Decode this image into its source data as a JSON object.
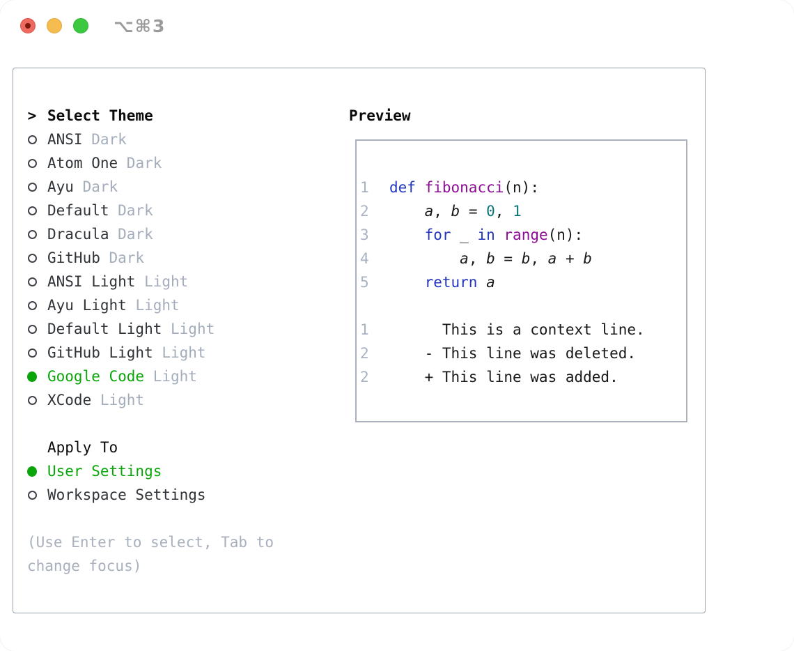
{
  "window": {
    "title": "⌥⌘3",
    "traffic_lights": [
      {
        "name": "close",
        "color": "#ee6a5f"
      },
      {
        "name": "minimize",
        "color": "#f5bd4f"
      },
      {
        "name": "zoom",
        "color": "#3dc93f"
      }
    ]
  },
  "theme_list": {
    "header_prefix": ">",
    "header": "Select Theme",
    "items": [
      {
        "label": "ANSI",
        "variant": "Dark",
        "selected": false
      },
      {
        "label": "Atom One",
        "variant": "Dark",
        "selected": false
      },
      {
        "label": "Ayu",
        "variant": "Dark",
        "selected": false
      },
      {
        "label": "Default",
        "variant": "Dark",
        "selected": false
      },
      {
        "label": "Dracula",
        "variant": "Dark",
        "selected": false
      },
      {
        "label": "GitHub",
        "variant": "Dark",
        "selected": false
      },
      {
        "label": "ANSI Light",
        "variant": "Light",
        "selected": false
      },
      {
        "label": "Ayu Light",
        "variant": "Light",
        "selected": false
      },
      {
        "label": "Default Light",
        "variant": "Light",
        "selected": false
      },
      {
        "label": "GitHub Light",
        "variant": "Light",
        "selected": false
      },
      {
        "label": "Google Code",
        "variant": "Light",
        "selected": true
      },
      {
        "label": "XCode",
        "variant": "Light",
        "selected": false
      }
    ]
  },
  "apply_to": {
    "header": "Apply To",
    "options": [
      {
        "label": "User Settings",
        "selected": true
      },
      {
        "label": "Workspace Settings",
        "selected": false
      }
    ]
  },
  "help_text": "(Use Enter to select, Tab to change focus)",
  "preview": {
    "header": "Preview",
    "code_lines": [
      {
        "num": "1",
        "tokens": [
          [
            "kw",
            "def"
          ],
          [
            "pl",
            " "
          ],
          [
            "fn",
            "fibonacci"
          ],
          [
            "pl",
            "(n):"
          ]
        ]
      },
      {
        "num": "2",
        "tokens": [
          [
            "pl",
            "    "
          ],
          [
            "var",
            "a"
          ],
          [
            "pl",
            ", "
          ],
          [
            "var",
            "b"
          ],
          [
            "pl",
            " = "
          ],
          [
            "num",
            "0"
          ],
          [
            "pl",
            ", "
          ],
          [
            "num",
            "1"
          ]
        ]
      },
      {
        "num": "3",
        "tokens": [
          [
            "pl",
            "    "
          ],
          [
            "kw",
            "for"
          ],
          [
            "pl",
            " _ "
          ],
          [
            "kw",
            "in"
          ],
          [
            "pl",
            " "
          ],
          [
            "fn",
            "range"
          ],
          [
            "pl",
            "(n):"
          ]
        ]
      },
      {
        "num": "4",
        "tokens": [
          [
            "pl",
            "        "
          ],
          [
            "var",
            "a"
          ],
          [
            "pl",
            ", "
          ],
          [
            "var",
            "b"
          ],
          [
            "pl",
            " = "
          ],
          [
            "var",
            "b"
          ],
          [
            "pl",
            ", "
          ],
          [
            "var",
            "a"
          ],
          [
            "pl",
            " + "
          ],
          [
            "var",
            "b"
          ]
        ]
      },
      {
        "num": "5",
        "tokens": [
          [
            "pl",
            "    "
          ],
          [
            "kw",
            "return"
          ],
          [
            "pl",
            " "
          ],
          [
            "var",
            "a"
          ]
        ]
      }
    ],
    "diff_lines": [
      {
        "num": "1",
        "content": "      This is a context line.",
        "type": "context"
      },
      {
        "num": "2",
        "content": "    - This line was deleted.",
        "type": "deleted"
      },
      {
        "num": "2",
        "content": "    + This line was added.",
        "type": "added"
      }
    ]
  },
  "colors": {
    "selected_green": "#09a509",
    "variant_gray": "#a4adbc",
    "keyword_blue": "#2336c0",
    "function_purple": "#8e0d96",
    "number_teal": "#0a7579",
    "diff_red": "#c52d17",
    "diff_green": "#00c20a",
    "line_number_gray": "#a9b2c2",
    "panel_border": "#99a1ac",
    "preview_border": "#aab1bb"
  }
}
